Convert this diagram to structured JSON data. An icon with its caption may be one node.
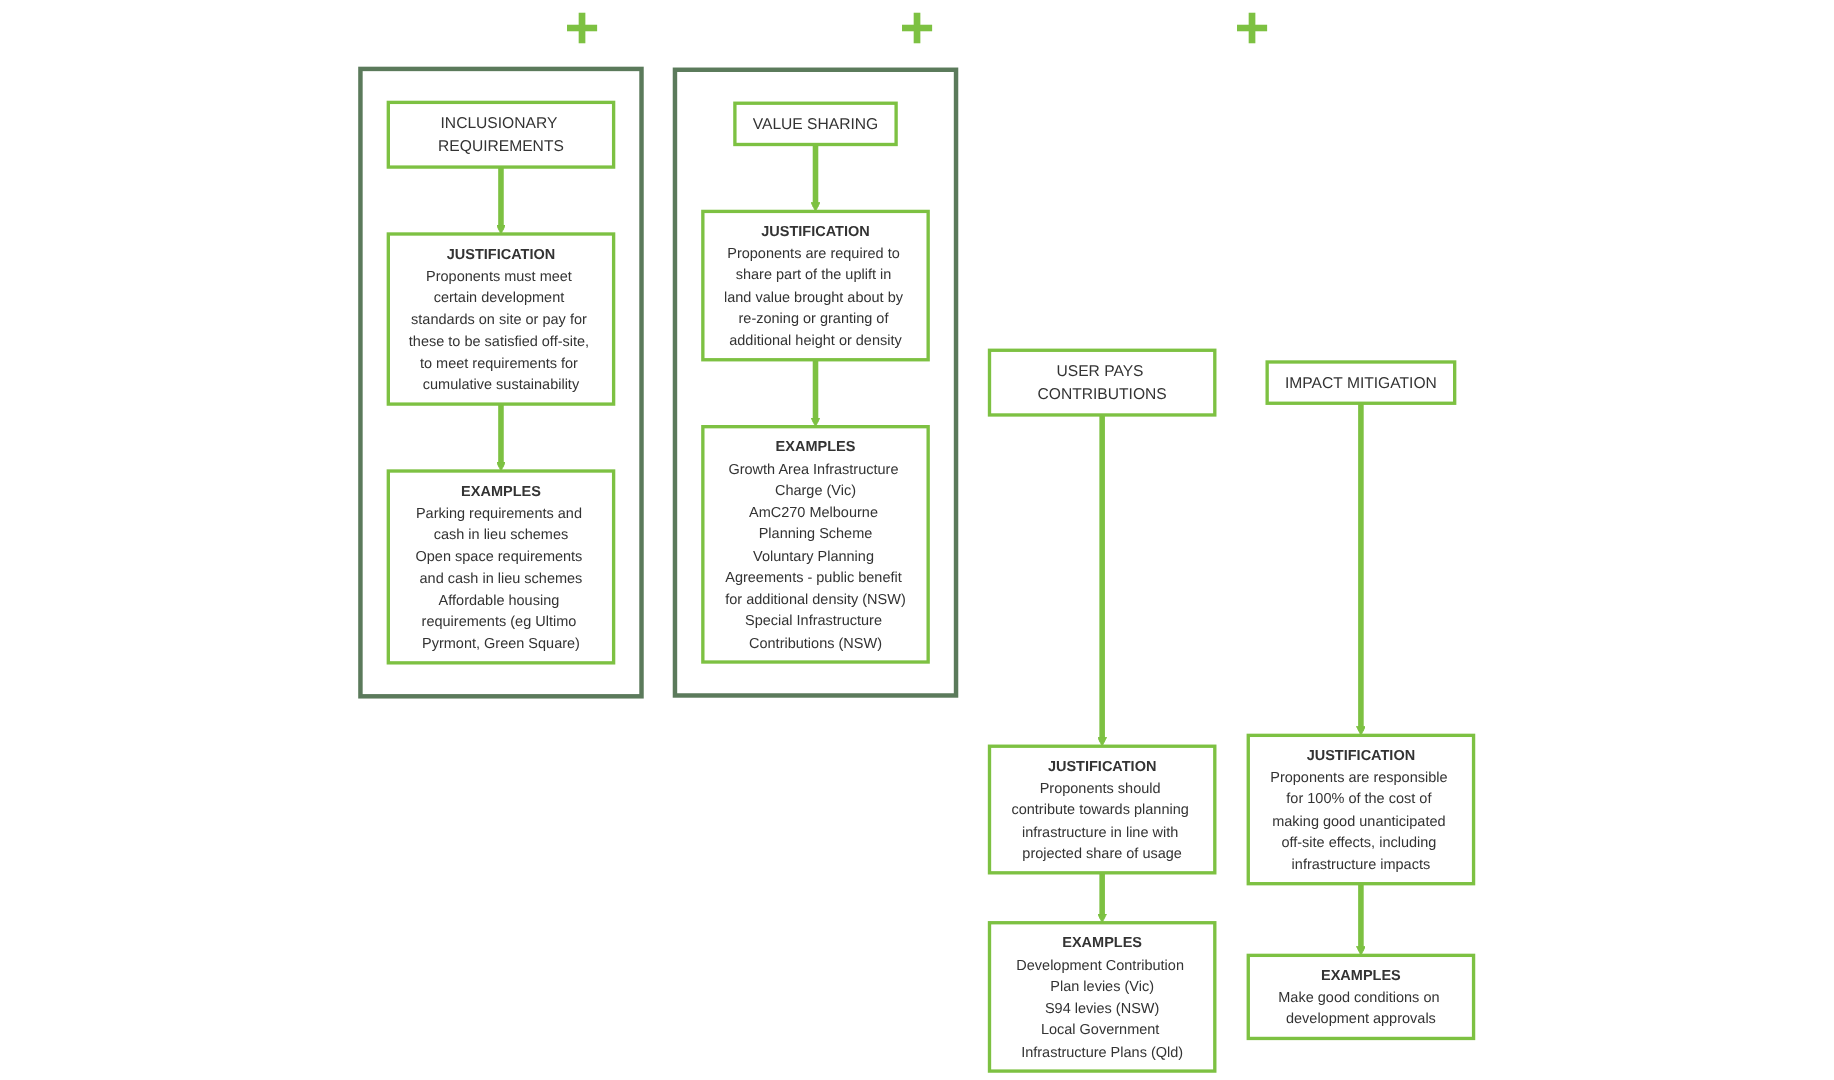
{
  "diagram": {
    "nodes": [
      {
        "text": [
          "USER PAYS CONTRIBUTIONS"
        ]
      },
      {
        "text": [
          "JUSTIFICATION",
          "Proponents should contribute towards planning infrastructure in line with projected share of usage"
        ]
      },
      {
        "text": [
          "EXAMPLES",
          "Development Contribution Plan levies (Vic)",
          "S94 levies (NSW)",
          "Local Government Infrastructure Plans (Qld)"
        ]
      },
      {
        "text": [
          "IMPACT MITIGATION"
        ]
      },
      {
        "text": [
          "JUSTIFICATION",
          "Proponents are responsible for 100% of the cost of making good unanticipated off-site effects, including infrastructure impacts"
        ]
      },
      {
        "text": [
          "EXAMPLES",
          "Make good conditions on development approvals"
        ]
      },
      {
        "text": [],
        "shape": "box"
      },
      {
        "text": [
          "VALUE SHARING"
        ],
        "in": 6
      },
      {
        "text": [
          "JUSTIFICATION",
          "Proponents are required to share part of the uplift in land value brought about by re-zoning or granting of additional height or density"
        ],
        "in": 6
      },
      {
        "text": [
          "EXAMPLES",
          "Growth Area Infrastructure Charge (Vic)",
          "AmC270 Melbourne Planning Scheme",
          "Voluntary Planning Agreements - public benefit for additional density (NSW)",
          "Special Infrastructure Contributions (NSW)"
        ],
        "in": 6
      },
      {
        "text": [],
        "shape": "box"
      },
      {
        "text": [
          "INCLUSIONARY REQUIREMENTS"
        ],
        "in": 10
      },
      {
        "text": [
          "JUSTIFICATION",
          "Proponents must meet certain development standards on site or pay for these to be satisfied off-site, to meet requirements for cumulative sustainability"
        ],
        "in": 10
      },
      {
        "text": [
          "EXAMPLES",
          "Parking requirements and cash in lieu schemes",
          "Open space requirements and cash in lieu schemes",
          "Affordable housing requirements (eg Ultimo Pyrmont, Green Square)"
        ],
        "in": 10
      }
    ],
    "edges": [
      {
        "from": 0,
        "to": 1,
        "arrow": "to"
      },
      {
        "from": 1,
        "to": 2,
        "arrow": "to"
      },
      {
        "from": 3,
        "to": 4,
        "arrow": "to"
      },
      {
        "from": 4,
        "to": 5,
        "arrow": "to"
      },
      {
        "from": 7,
        "to": 8,
        "arrow": "to"
      },
      {
        "from": 8,
        "to": 9,
        "arrow": "to"
      },
      {
        "from": 11,
        "to": 12,
        "arrow": "to"
      },
      {
        "from": 12,
        "to": 13,
        "arrow": "to"
      }
    ],
    "labels": [
      "+",
      "+",
      "+"
    ]
  }
}
